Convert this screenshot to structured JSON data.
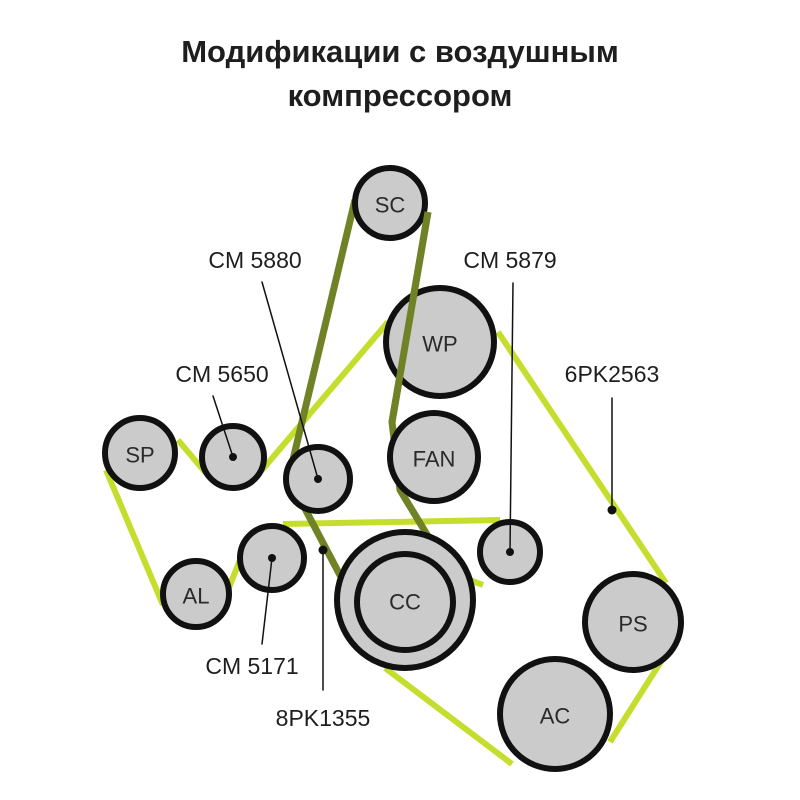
{
  "title": {
    "line1": "Модификации с воздушным",
    "line2": "компрессором"
  },
  "colors": {
    "belt_main": "#c5dd2c",
    "belt_secondary": "#6f8226",
    "pulley_fill": "#cbcbcb",
    "outline": "#111111"
  },
  "pulleys": [
    {
      "id": "sc",
      "label": "SC"
    },
    {
      "id": "wp",
      "label": "WP"
    },
    {
      "id": "fan",
      "label": "FAN"
    },
    {
      "id": "sp",
      "label": "SP"
    },
    {
      "id": "al",
      "label": "AL"
    },
    {
      "id": "cc",
      "label": "CC"
    },
    {
      "id": "ps",
      "label": "PS"
    },
    {
      "id": "ac",
      "label": "AC"
    }
  ],
  "callouts": {
    "cm5880": "CM 5880",
    "cm5879": "CM 5879",
    "cm5650": "CM 5650",
    "cm5171": "CM 5171",
    "belt_main": "6PK2563",
    "belt_secondary": "8PK1355"
  }
}
